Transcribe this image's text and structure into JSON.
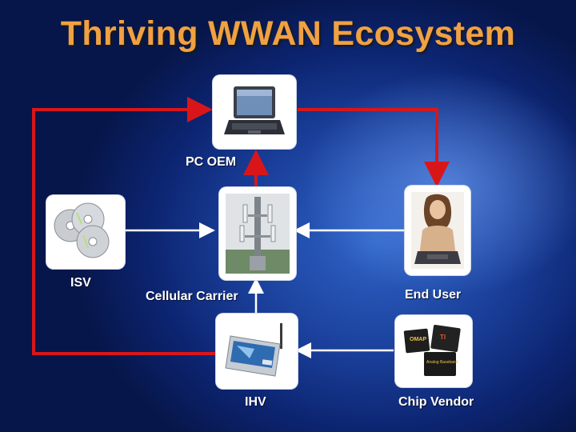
{
  "title": "Thriving WWAN Ecosystem",
  "nodes": {
    "pc_oem": {
      "label": "PC OEM"
    },
    "isv": {
      "label": "ISV"
    },
    "cellular_carrier": {
      "label": "Cellular Carrier"
    },
    "end_user": {
      "label": "End User"
    },
    "ihv": {
      "label": "IHV"
    },
    "chip_vendor": {
      "label": "Chip Vendor"
    }
  },
  "chip_labels": [
    "OMAP",
    "TI",
    "Analog Baseband"
  ],
  "colors": {
    "title": "#f0a142",
    "loop_arrow": "#d8161a",
    "inner_arrow": "#ffffff",
    "background": "#1a3f9a"
  },
  "icons": [
    "laptop-icon",
    "cd-discs-icon",
    "cell-tower-icon",
    "woman-with-laptop-icon",
    "pc-card-icon",
    "chips-icon"
  ]
}
